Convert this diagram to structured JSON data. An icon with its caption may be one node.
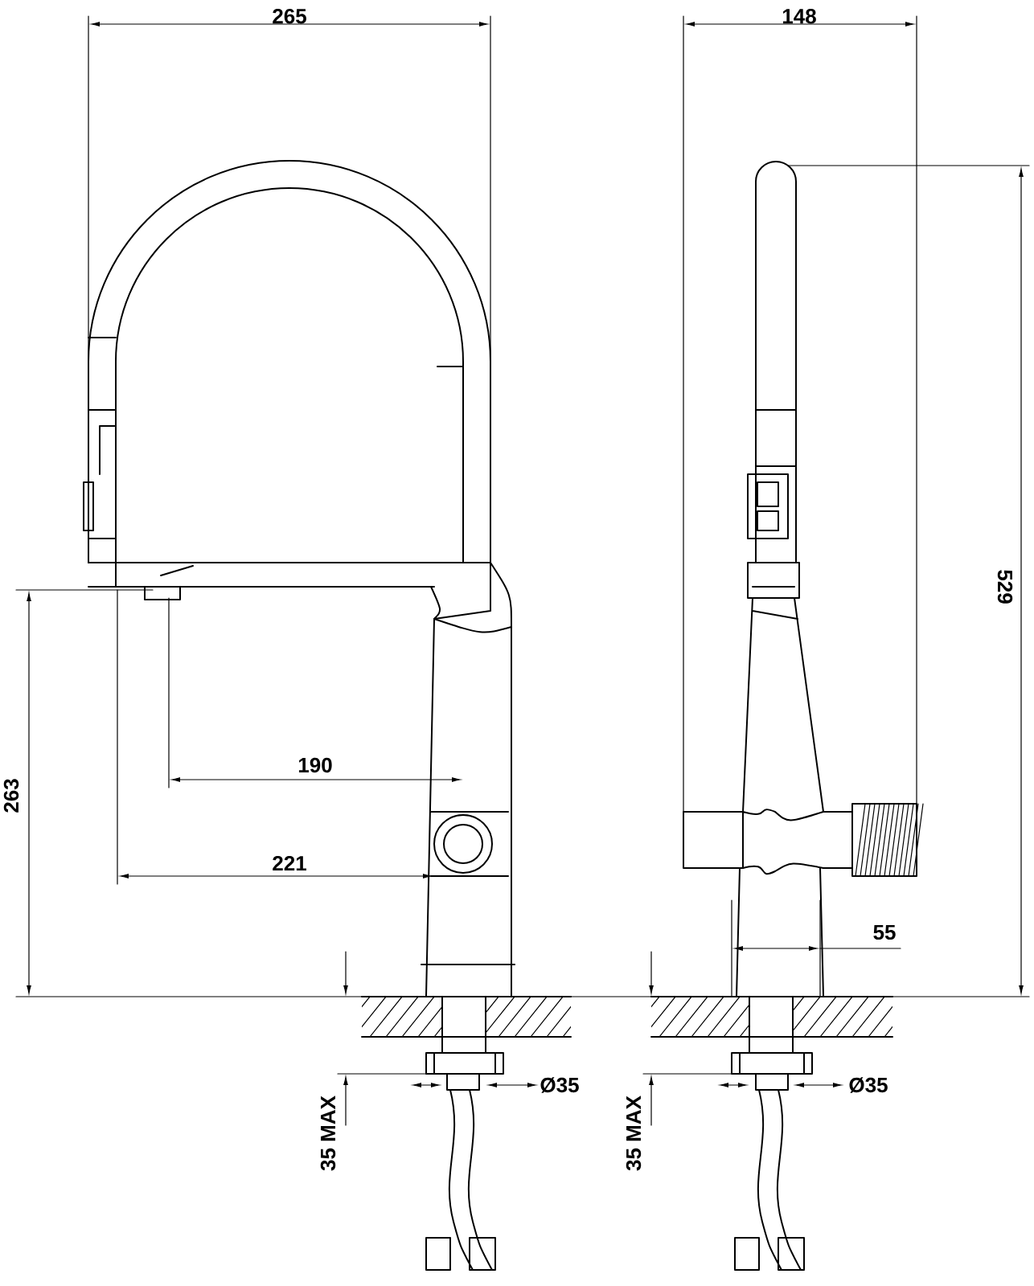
{
  "diagram": {
    "labels": [
      "265",
      "148",
      "529",
      "263",
      "190",
      "221",
      "55",
      "Ø35",
      "35 MAX",
      "Ø35",
      "35 MAX"
    ]
  }
}
